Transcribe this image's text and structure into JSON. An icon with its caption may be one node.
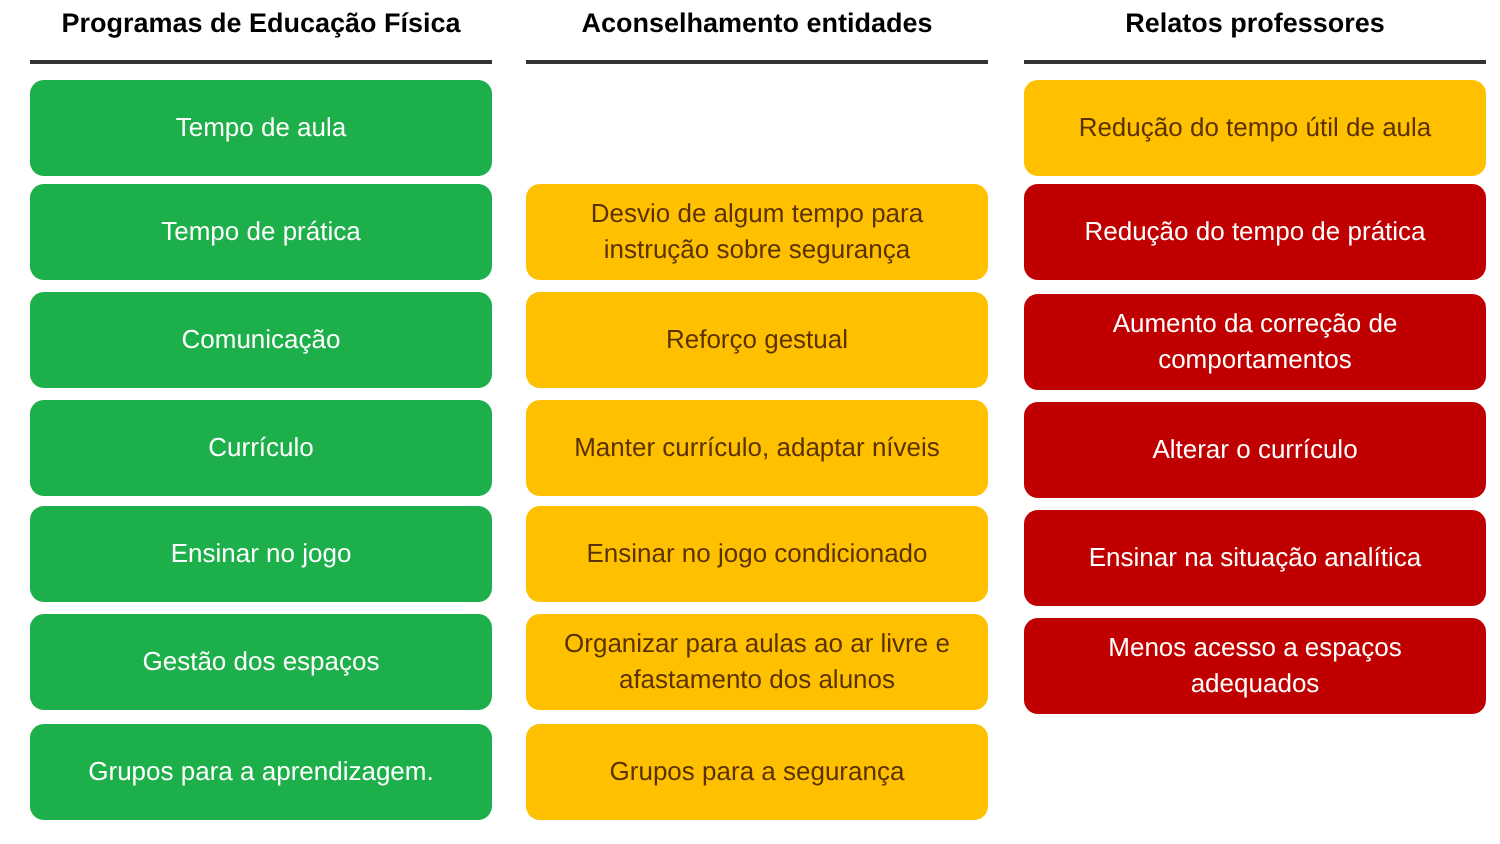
{
  "diagram": {
    "nodes": [
      {
        "text": [
          "Tempo de aula"
        ]
      },
      {
        "text": [
          "Tempo de prática"
        ]
      },
      {
        "text": [
          "Comunicação"
        ]
      },
      {
        "text": [
          "Currículo"
        ]
      },
      {
        "text": [
          "Ensinar no jogo"
        ]
      },
      {
        "text": [
          "Gestão dos espaços"
        ]
      },
      {
        "text": [
          "Grupos para a aprendizagem."
        ]
      },
      {
        "text": [
          "Desvio de algum tempo para instrução sobre segurança"
        ]
      },
      {
        "text": [
          "Reforço gestual"
        ]
      },
      {
        "text": [
          "Manter currículo, adaptar níveis"
        ]
      },
      {
        "text": [
          "Ensinar no jogo condicionado"
        ]
      },
      {
        "text": [
          "Organizar para aulas ao ar livre e afastamento dos alunos"
        ]
      },
      {
        "text": [
          "Grupos para a segurança"
        ]
      },
      {
        "text": [
          "Redução do tempo útil de aula"
        ]
      },
      {
        "text": [
          "Redução do tempo de prática"
        ]
      },
      {
        "text": [
          "Aumento da correção de comportamentos"
        ]
      },
      {
        "text": [
          "Alterar o currículo"
        ]
      },
      {
        "text": [
          "Ensinar na situação analítica"
        ]
      },
      {
        "text": [
          "Menos acesso a espaços adequados"
        ]
      }
    ],
    "labels": [
      "Programas de Educação Física",
      "Aconselhamento entidades",
      "Relatos professores"
    ]
  }
}
